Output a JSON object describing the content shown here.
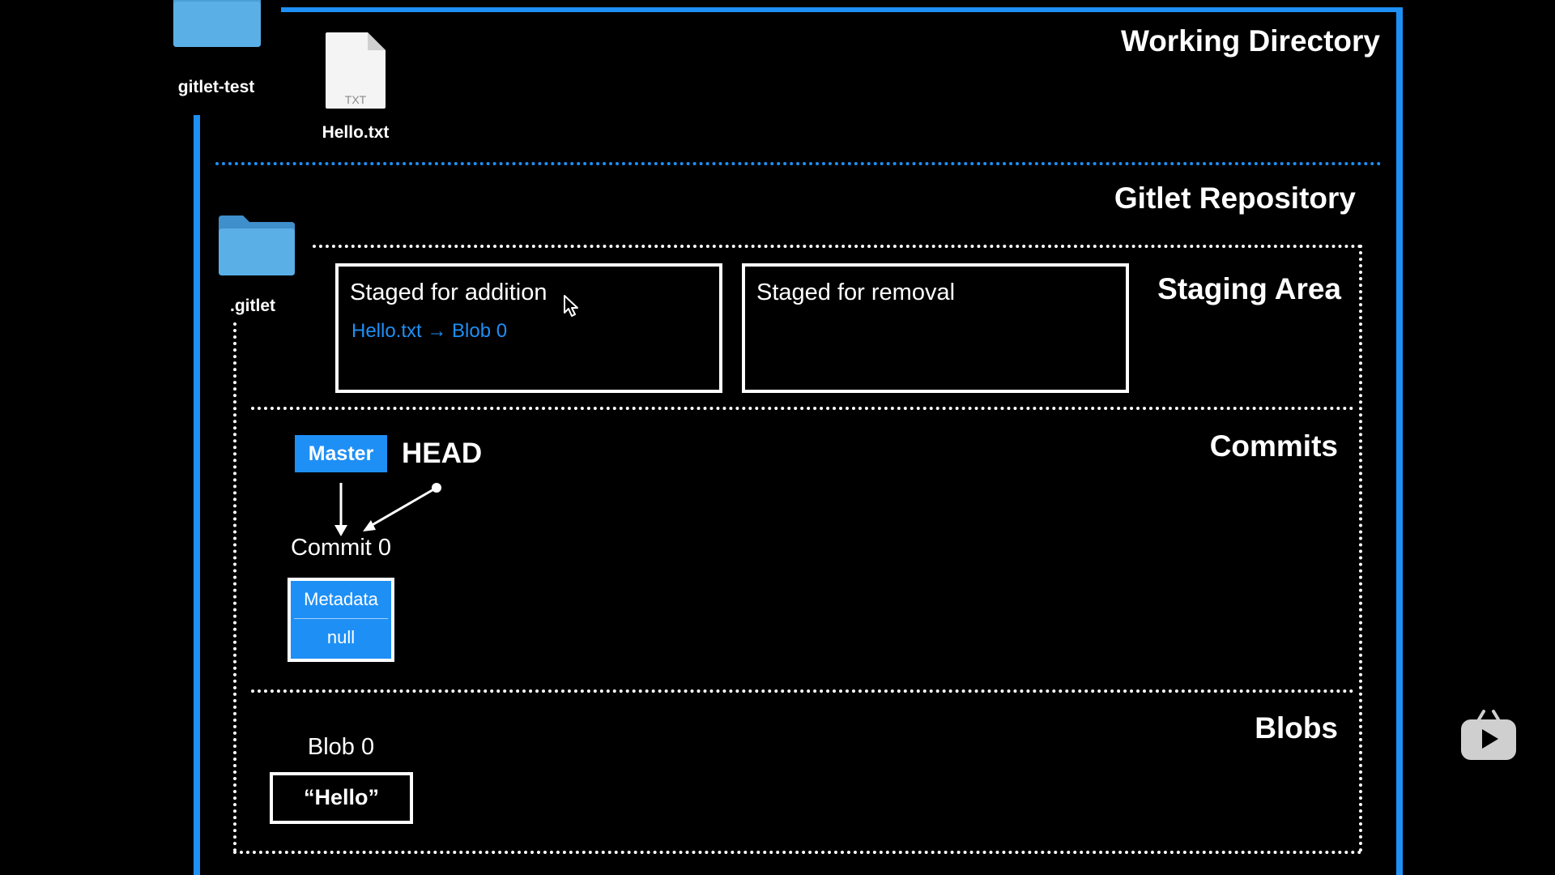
{
  "sections": {
    "working_directory": "Working Directory",
    "gitlet_repository": "Gitlet Repository",
    "staging_area": "Staging Area",
    "commits": "Commits",
    "blobs": "Blobs"
  },
  "folders": {
    "project": "gitlet-test",
    "gitlet": ".gitlet"
  },
  "file": {
    "name": "Hello.txt",
    "type": "TXT"
  },
  "staging": {
    "addition_title": "Staged for addition",
    "addition_entry": "Hello.txt → Blob 0",
    "removal_title": "Staged for removal"
  },
  "commit_graph": {
    "branch": "Master",
    "head": "HEAD",
    "commit_label": "Commit 0",
    "metadata": "Metadata",
    "parent": "null"
  },
  "blob": {
    "label": "Blob 0",
    "content": "“Hello”"
  },
  "colors": {
    "accent": "#1e8ff5",
    "background": "#000000",
    "text": "#ffffff"
  },
  "icons": {
    "folder": "folder-icon",
    "file": "txt-file-icon",
    "cursor": "mouse-cursor-icon",
    "player": "play-button-icon"
  }
}
